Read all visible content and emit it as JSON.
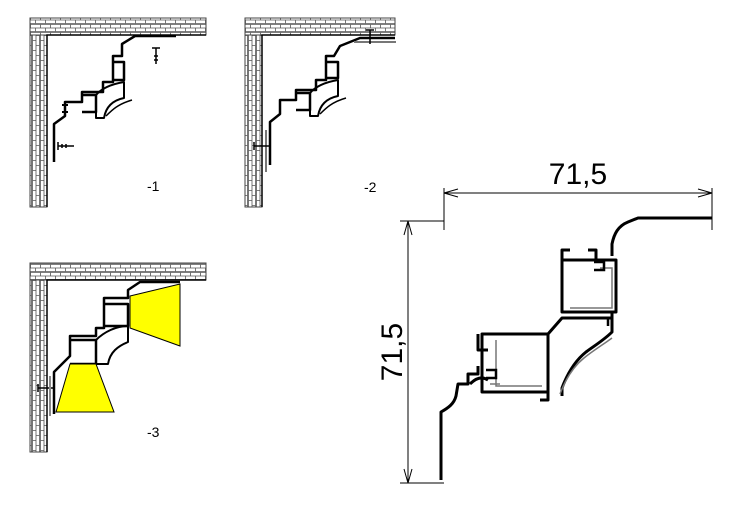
{
  "panels": [
    {
      "id": "1",
      "label": "-1"
    },
    {
      "id": "2",
      "label": "-2"
    },
    {
      "id": "3",
      "label": "-3"
    }
  ],
  "detail": {
    "width_dimension": "71,5",
    "height_dimension": "71,5"
  },
  "colors": {
    "line": "#000000",
    "brick": "#444444",
    "light_beam": "#ffff00",
    "background": "#ffffff"
  }
}
